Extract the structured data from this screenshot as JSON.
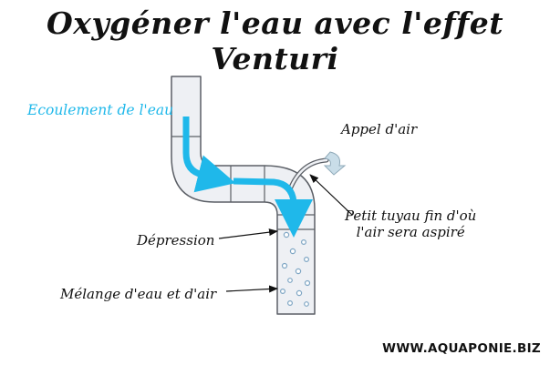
{
  "title": "Oxygéner l'eau avec l'effet Venturi",
  "labels": {
    "flow": "Ecoulement de l'eau",
    "air_call": "Appel d'air",
    "small_tube_line1": "Petit tuyau fin d'où",
    "small_tube_line2": "l'air sera aspiré",
    "depression": "Dépression",
    "mixture": "Mélange d'eau et d'air"
  },
  "footer": "WWW.AQUAPONIE.BIZ",
  "colors": {
    "water_flow": "#1fb8ea",
    "pipe_fill": "#eef0f4",
    "pipe_stroke": "#5b5f66",
    "air_arrow": "#c9dde8"
  }
}
